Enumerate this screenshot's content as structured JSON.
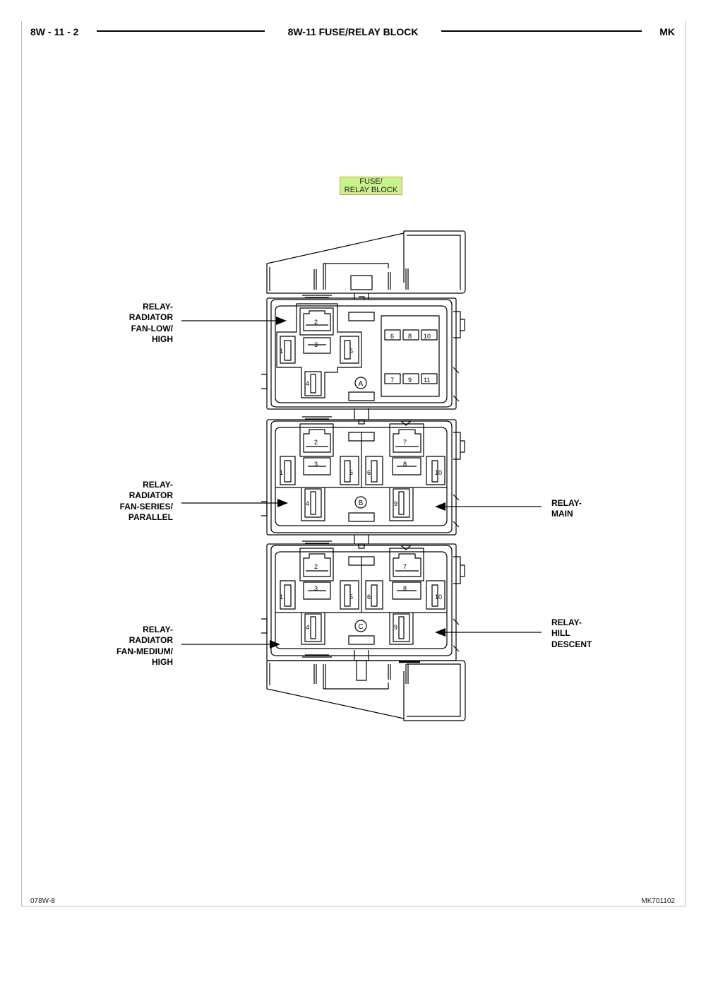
{
  "header": {
    "page_code": "8W - 11 - 2",
    "section_title": "8W-11 FUSE/RELAY BLOCK",
    "model": "MK"
  },
  "footer": {
    "figure_code": "078W-8",
    "part_number": "MK701102"
  },
  "block_title": "FUSE/\nRELAY BLOCK",
  "callouts": {
    "fan_low_high": "RELAY-\nRADIATOR\nFAN-LOW/\nHIGH",
    "fan_series_parallel": "RELAY-\nRADIATOR\nFAN-SERIES/\nPARALLEL",
    "fan_medium_high": "RELAY-\nRADIATOR\nFAN-MEDIUM/\nHIGH",
    "main": "RELAY-\nMAIN",
    "hill_descent": "RELAY-\nHILL\nDESCENT"
  },
  "cavities": {
    "A": "A",
    "B": "B",
    "C": "C"
  },
  "terminals": [
    "1",
    "2",
    "3",
    "4",
    "5",
    "6",
    "7",
    "8",
    "9",
    "10",
    "11"
  ],
  "colors": {
    "title_fill": "#c8f28a",
    "title_border": "#e09a4d",
    "line": "#000000"
  }
}
